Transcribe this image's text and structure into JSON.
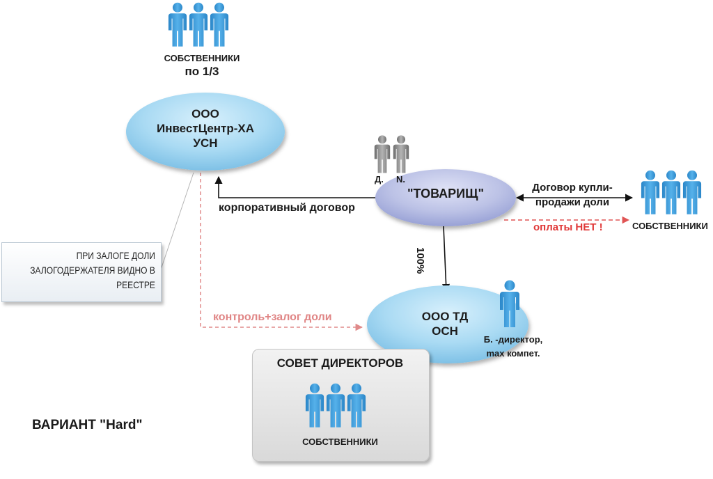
{
  "colors": {
    "person_blue": "#3a9ad9",
    "person_gray": "#8c8c8c",
    "ellipse_blue": "#9fd3f0",
    "ellipse_lavender": "#b7bde3",
    "dashed_red": "#e06060"
  },
  "owners_top": {
    "line1": "СОБСТВЕННИКИ",
    "line2": "по 1/3"
  },
  "node_invest": {
    "line1": "ООО",
    "line2": "ИнвестЦентр-ХА",
    "line3": "УСН"
  },
  "node_tovarisch": {
    "label": "\"ТОВАРИЩ\"",
    "person_d": "Д.",
    "person_n": "N."
  },
  "node_td": {
    "line1": "ООО ТД",
    "line2": "ОСН",
    "director_line1": "Б. -директор,",
    "director_line2": "max компет."
  },
  "owners_right": {
    "label": "СОБСТВЕННИКИ"
  },
  "edges": {
    "corporate": "корпоративный договор",
    "sale_line1": "Договор купли-",
    "sale_line2": "продажи доли",
    "no_payment": "оплаты НЕТ !",
    "share": "100%",
    "control": "контроль+залог доли"
  },
  "callout": {
    "line1": "ПРИ ЗАЛОГЕ ДОЛИ",
    "line2": "ЗАЛОГОДЕРЖАТЕЛЯ ВИДНО В",
    "line3": "РЕЕСТРЕ"
  },
  "board": {
    "title": "СОВЕТ ДИРЕКТОРОВ",
    "owners": "СОБСТВЕННИКИ"
  },
  "variant": "ВАРИАНТ \"Hard\""
}
